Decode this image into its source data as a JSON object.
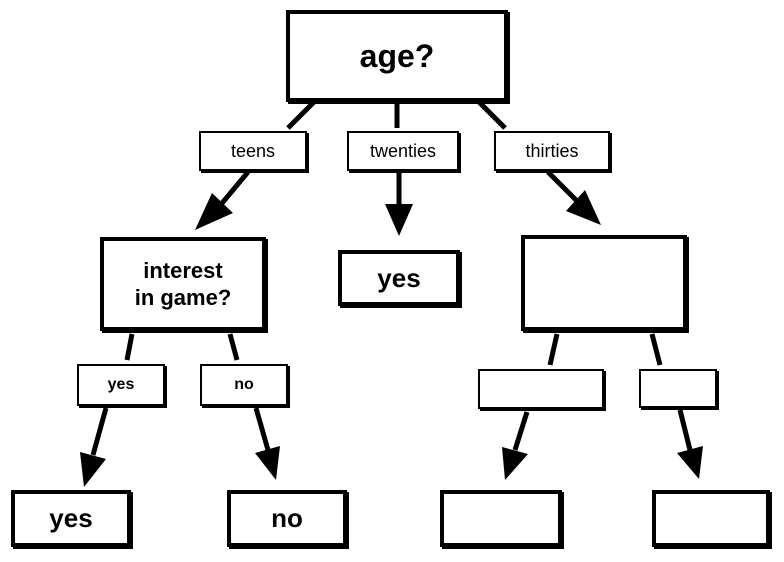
{
  "tree": {
    "root": {
      "text": "age?"
    },
    "branches": {
      "teens": "teens",
      "twenties": "twenties",
      "thirties": "thirties"
    },
    "interest_node": {
      "line1": "interest",
      "line2": "in game?"
    },
    "interest_branches": {
      "yes": "yes",
      "no": "no"
    },
    "leaves": {
      "twenties": "yes",
      "interest_yes": "yes",
      "interest_no": "no",
      "thirties_node": "",
      "thirties_left_branch": "",
      "thirties_right_branch": "",
      "thirties_left_leaf": "",
      "thirties_right_leaf": ""
    }
  }
}
